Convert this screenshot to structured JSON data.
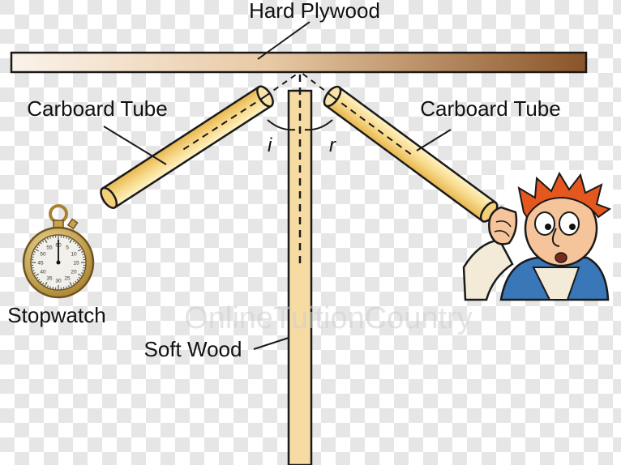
{
  "labels": {
    "hard_plywood": "Hard Plywood",
    "tube_left": "Carboard Tube",
    "tube_right": "Carboard Tube",
    "angle_i": "i",
    "angle_r": "r",
    "stopwatch": "Stopwatch",
    "soft_wood": "Soft Wood"
  },
  "watermark": "OnlineTuitionCountry",
  "stopwatch_dial": [
    "60",
    "5",
    "10",
    "15",
    "20",
    "25",
    "30",
    "35",
    "40",
    "45",
    "50",
    "55"
  ],
  "colors": {
    "checker_light": "#ffffff",
    "checker_dark": "#e6e6e6",
    "plywood_light": "#fbf3ea",
    "plywood_dark": "#8a5428",
    "tube_fill": "#f7d98a",
    "tube_shade": "#e8b64e",
    "wood_fill": "#f6dba3",
    "outline": "#1a1a1a"
  }
}
